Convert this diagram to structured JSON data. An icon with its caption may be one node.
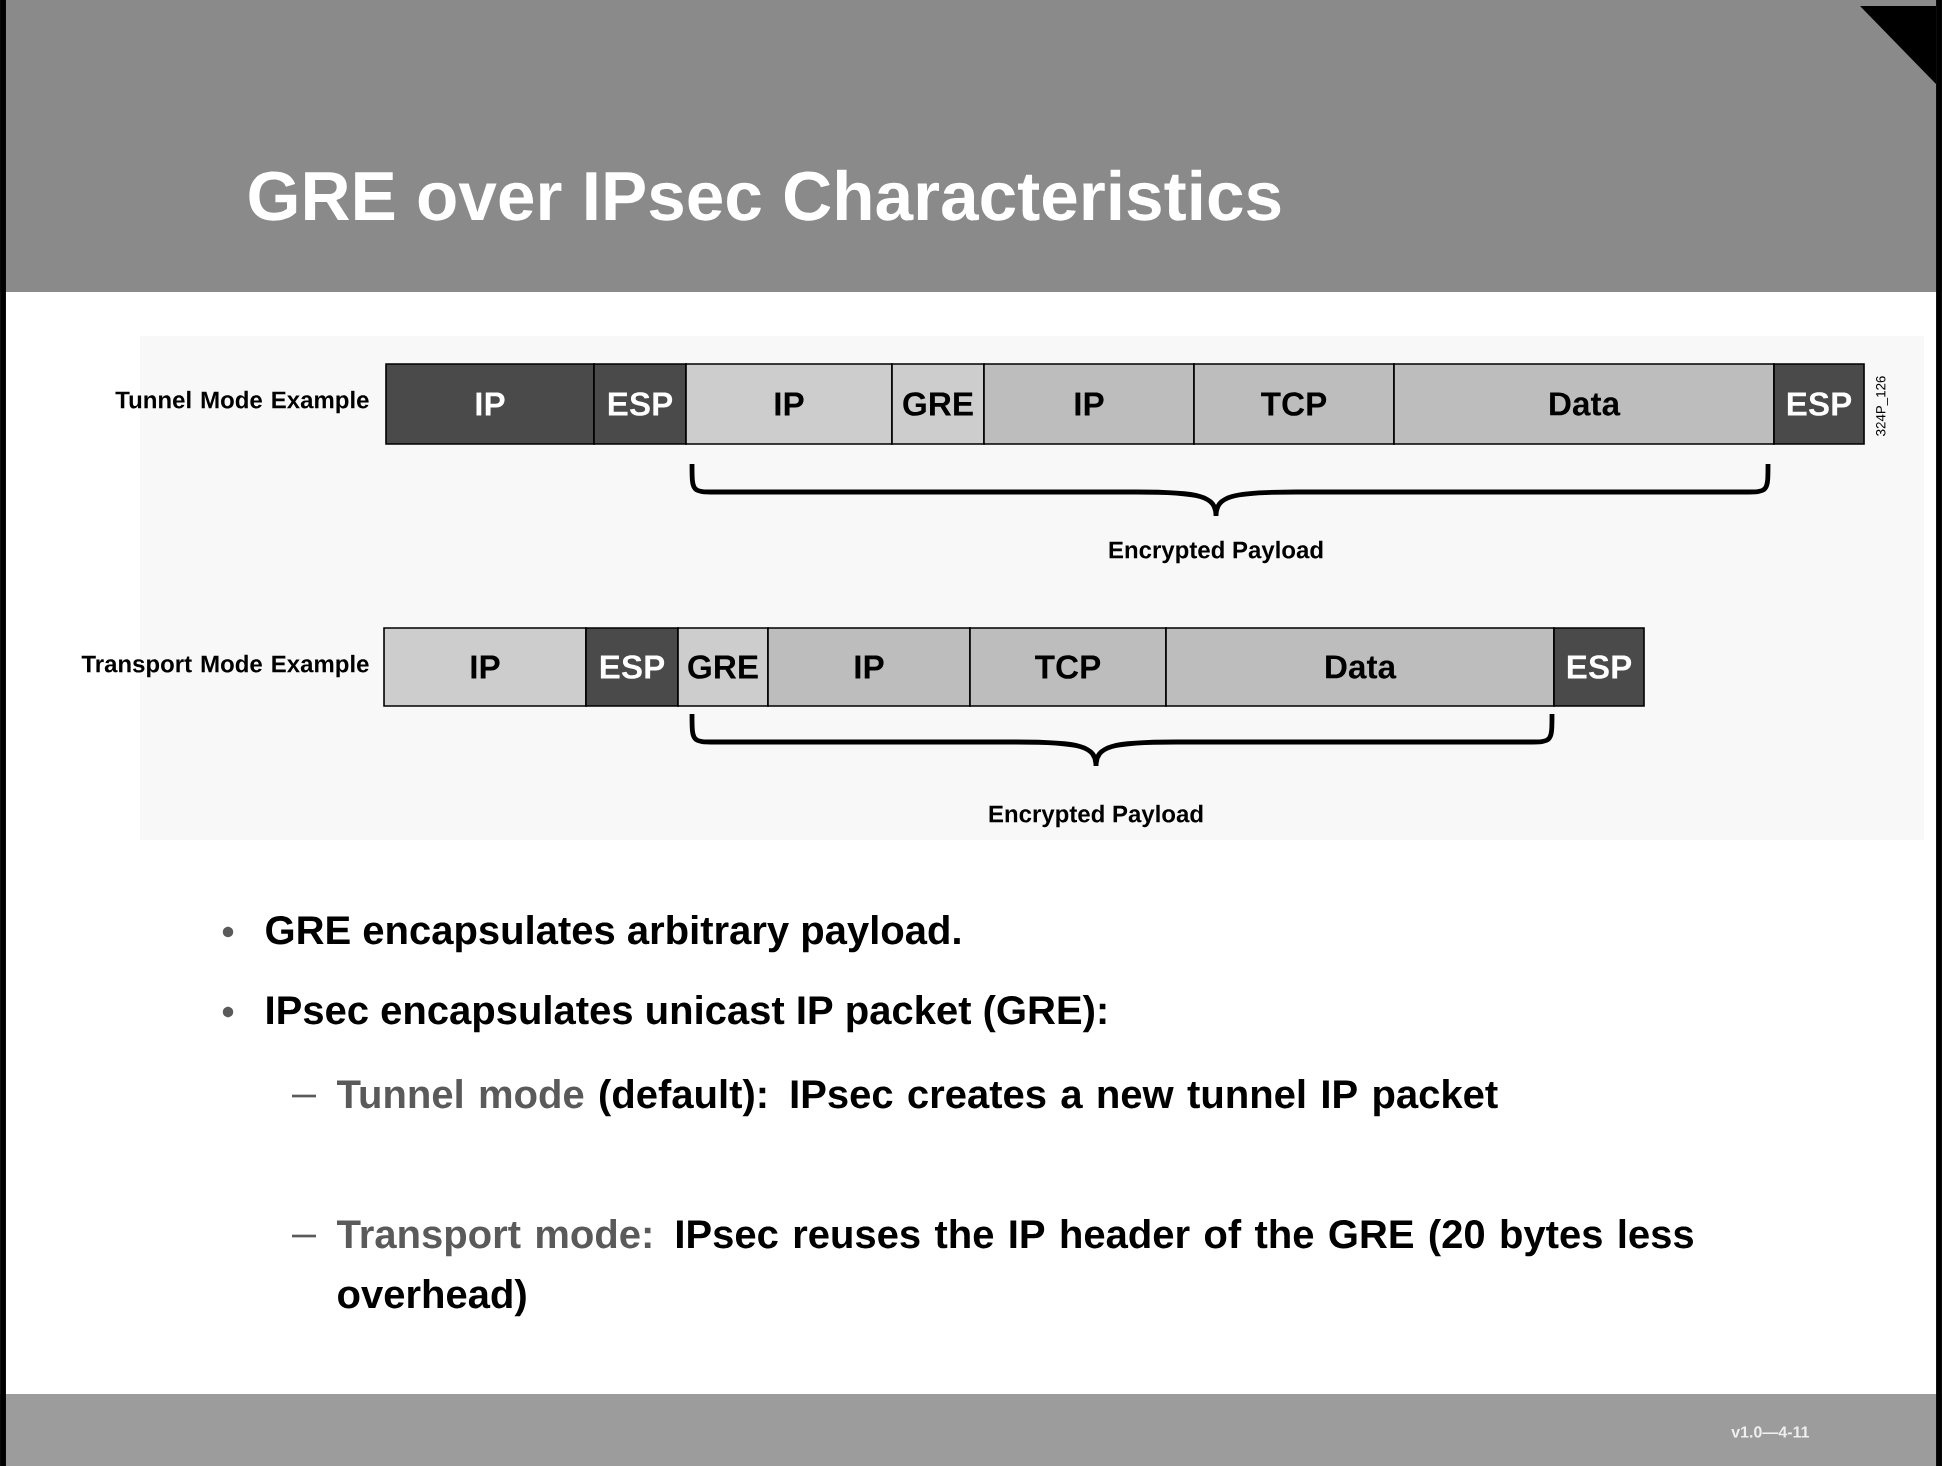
{
  "diagram": {
    "title": "GRE over IPsec Characteristics",
    "nodes": [
      {
        "text": [
          "IP"
        ]
      },
      {
        "text": [
          "ESP"
        ]
      },
      {
        "text": [
          "IP"
        ]
      },
      {
        "text": [
          "GRE"
        ]
      },
      {
        "text": [
          "IP"
        ]
      },
      {
        "text": [
          "TCP"
        ]
      },
      {
        "text": [
          "Data"
        ]
      },
      {
        "text": [
          "ESP"
        ]
      },
      {
        "text": [
          "IP"
        ]
      },
      {
        "text": [
          "ESP"
        ]
      },
      {
        "text": [
          "GRE"
        ]
      },
      {
        "text": [
          "IP"
        ]
      },
      {
        "text": [
          "TCP"
        ]
      },
      {
        "text": [
          "Data"
        ]
      },
      {
        "text": [
          "ESP"
        ]
      }
    ],
    "labels": [
      "Tunnel Mode Example",
      "324P_126",
      "Encrypted Payload",
      "Transport Mode Example",
      "Encrypted Payload",
      "GRE encapsulates arbitrary payload.",
      "IPsec encapsulates unicast IP packet (GRE):",
      "Tunnel mode",
      "(default): IPsec creates a new tunnel IP packet",
      "Transport mode:",
      "IPsec reuses the IP header of the GRE (20 bytes less overhead)",
      "v1.0—4-11"
    ]
  }
}
